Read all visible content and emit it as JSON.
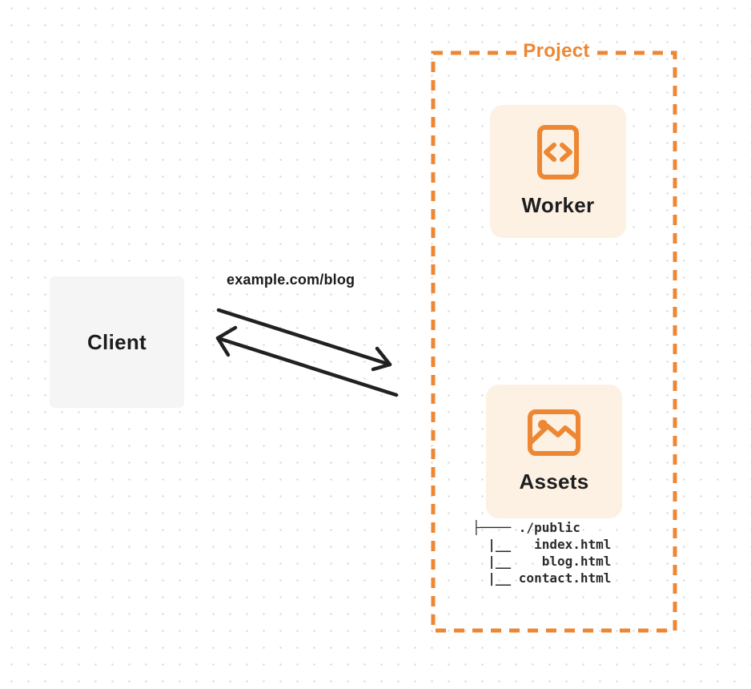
{
  "diagram": {
    "client": {
      "label": "Client"
    },
    "request_label": "example.com/blog",
    "project": {
      "label": "Project",
      "nodes": [
        {
          "id": "worker",
          "label": "Worker",
          "icon": "code-file-icon"
        },
        {
          "id": "assets",
          "label": "Assets",
          "icon": "image-icon"
        }
      ],
      "file_tree": {
        "root": "./public",
        "files": [
          "index.html",
          "blog.html",
          "contact.html"
        ],
        "ascii": [
          "├──── ./public",
          "  |__   index.html",
          "  |__    blog.html",
          "  |__ contact.html"
        ]
      }
    },
    "colors": {
      "accent_orange": "#ed8733",
      "card_background": "#fcf1e2",
      "client_background": "#f5f5f6",
      "ink": "#212121",
      "dot_grid": "#e1e1e1"
    }
  }
}
